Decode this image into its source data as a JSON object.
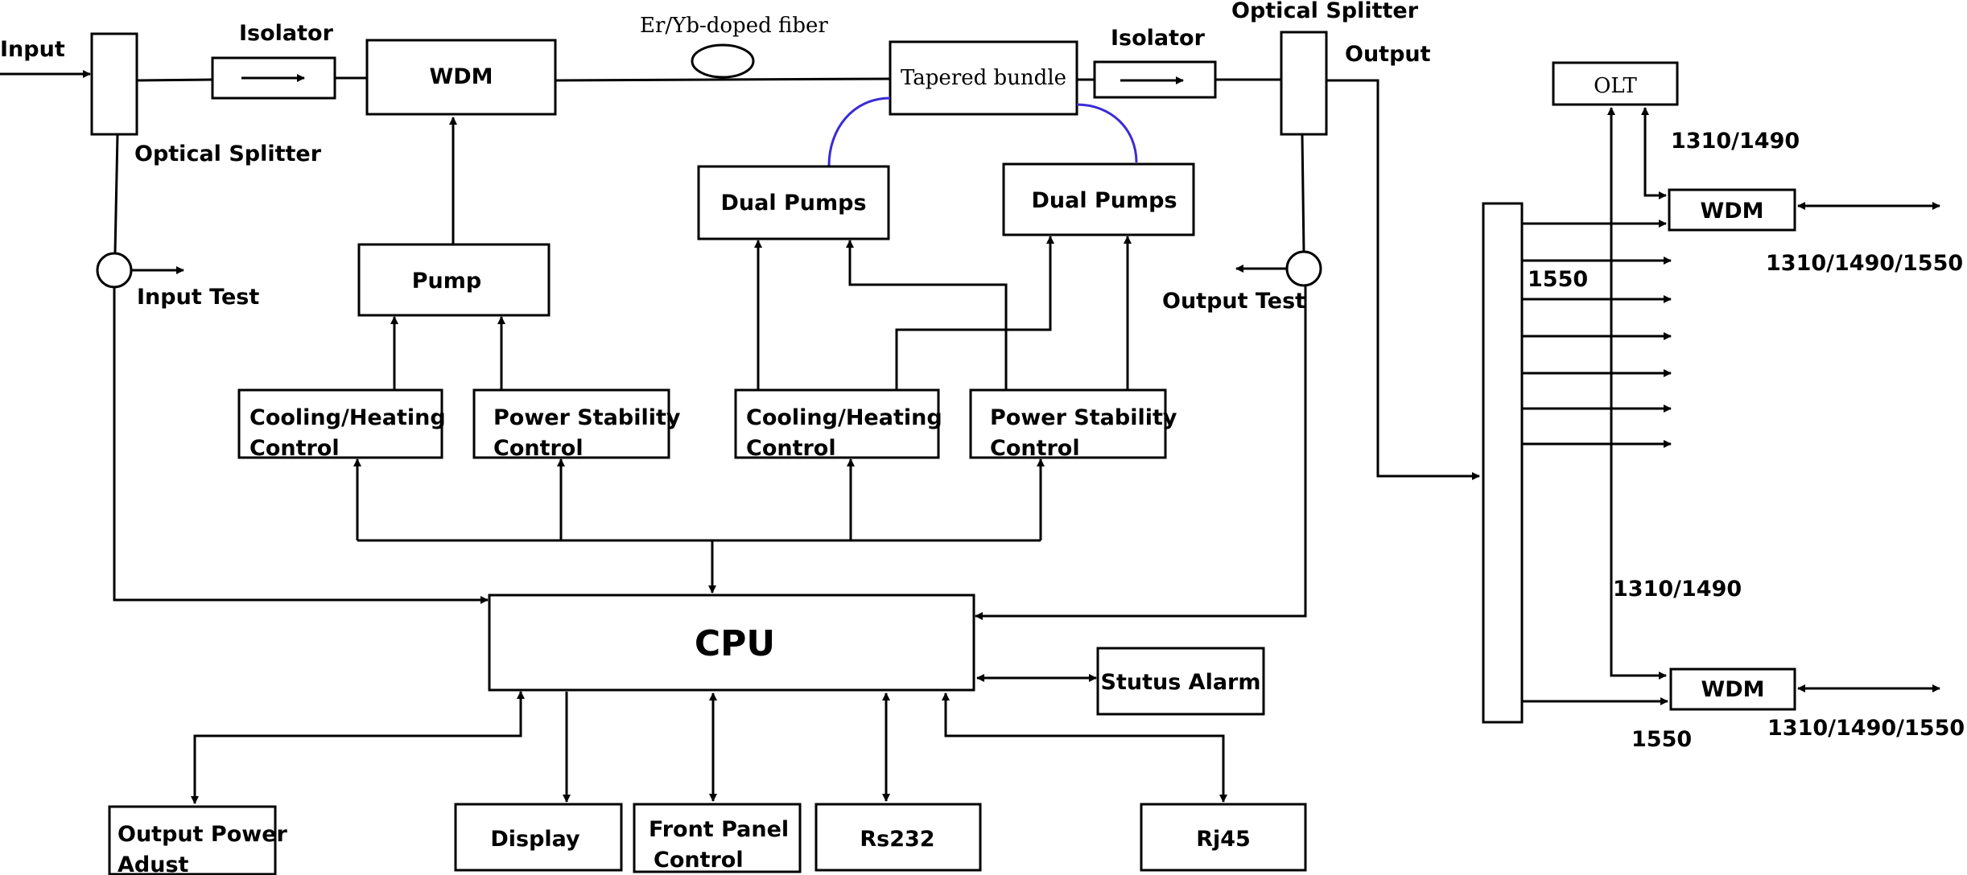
{
  "labels": {
    "input": "Input",
    "isolator_1": "Isolator",
    "wdm_main": "WDM",
    "fiber": "Er/Yb-doped fiber",
    "tapered_bundle": "Tapered bundle",
    "isolator_2": "Isolator",
    "optical_splitter_out": "Optical Splitter",
    "output": "Output",
    "optical_splitter_in": "Optical Splitter",
    "input_test": "Input Test",
    "output_test": "Output Test",
    "pump": "Pump",
    "dual_pumps_1": "Dual Pumps",
    "dual_pumps_2": "Dual Pumps",
    "cooling_1_line1": "Cooling/Heating",
    "cooling_1_line2": "Control",
    "power_1_line1": "Power Stability",
    "power_1_line2": "Control",
    "cooling_2_line1": "Cooling/Heating",
    "cooling_2_line2": "Control",
    "power_2_line1": "Power Stability",
    "power_2_line2": "Control",
    "cpu": "CPU",
    "status_alarm": "Stutus Alarm",
    "output_power_line1": "Output Power",
    "output_power_line2": "Adust",
    "display": "Display",
    "front_panel_line1": "Front Panel",
    "front_panel_line2": "Control",
    "rs232": "Rs232",
    "rj45": "Rj45",
    "olt": "OLT",
    "wdm_top": "WDM",
    "wdm_bottom": "WDM",
    "w_1310_1490_top": "1310/1490",
    "w_1310_1490_1550_top": "1310/1490/1550",
    "w_1550_top": "1550",
    "w_1310_1490_mid": "1310/1490",
    "w_1550_bottom": "1550",
    "w_1310_1490_1550_bottom": "1310/1490/1550"
  },
  "colors": {
    "line": "#000000",
    "pump_coupling": "#3a2bd6"
  }
}
